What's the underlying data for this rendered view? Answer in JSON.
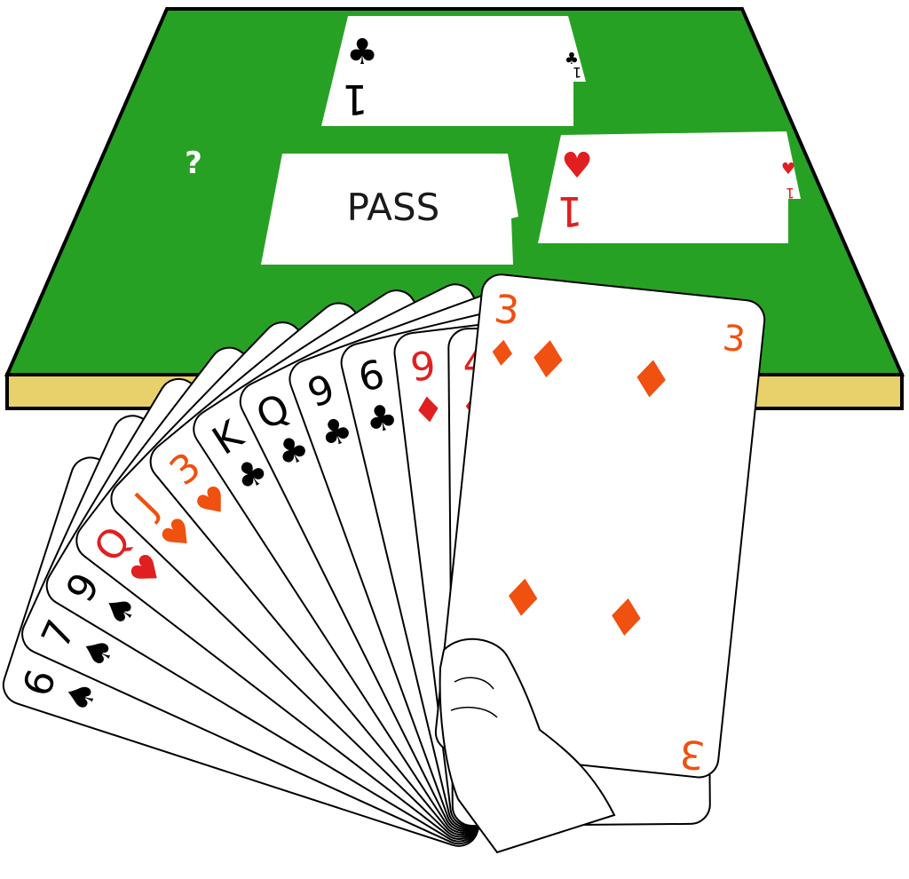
{
  "table": {
    "felt_color": "#27a124",
    "edge_color": "#e8d06b",
    "outline_color": "#000000",
    "west_label": "?"
  },
  "north_bid": {
    "rank": "1",
    "suit": "♣",
    "suit_name": "clubs",
    "color": "#000000"
  },
  "west_bid": {
    "label": "PASS"
  },
  "east_bid": {
    "rank": "1",
    "suit": "♥",
    "suit_name": "hearts",
    "color": "#e02020"
  },
  "hand": {
    "cards": [
      {
        "rank": "6",
        "suit": "♠",
        "suit_name": "spades",
        "color": "#000000"
      },
      {
        "rank": "7",
        "suit": "♠",
        "suit_name": "spades",
        "color": "#000000"
      },
      {
        "rank": "9",
        "suit": "♠",
        "suit_name": "spades",
        "color": "#000000"
      },
      {
        "rank": "Q",
        "suit": "♥",
        "suit_name": "hearts",
        "color": "#e02020"
      },
      {
        "rank": "J",
        "suit": "♥",
        "suit_name": "hearts",
        "color": "#f05010"
      },
      {
        "rank": "3",
        "suit": "♥",
        "suit_name": "hearts",
        "color": "#f05010"
      },
      {
        "rank": "K",
        "suit": "♣",
        "suit_name": "clubs",
        "color": "#000000"
      },
      {
        "rank": "Q",
        "suit": "♣",
        "suit_name": "clubs",
        "color": "#000000"
      },
      {
        "rank": "9",
        "suit": "♣",
        "suit_name": "clubs",
        "color": "#000000"
      },
      {
        "rank": "6",
        "suit": "♣",
        "suit_name": "clubs",
        "color": "#000000"
      },
      {
        "rank": "9",
        "suit": "♦",
        "suit_name": "diamonds",
        "color": "#e02020"
      },
      {
        "rank": "4",
        "suit": "♦",
        "suit_name": "diamonds",
        "color": "#e02020"
      },
      {
        "rank": "3",
        "suit": "♦",
        "suit_name": "diamonds",
        "color": "#f05010"
      }
    ]
  }
}
